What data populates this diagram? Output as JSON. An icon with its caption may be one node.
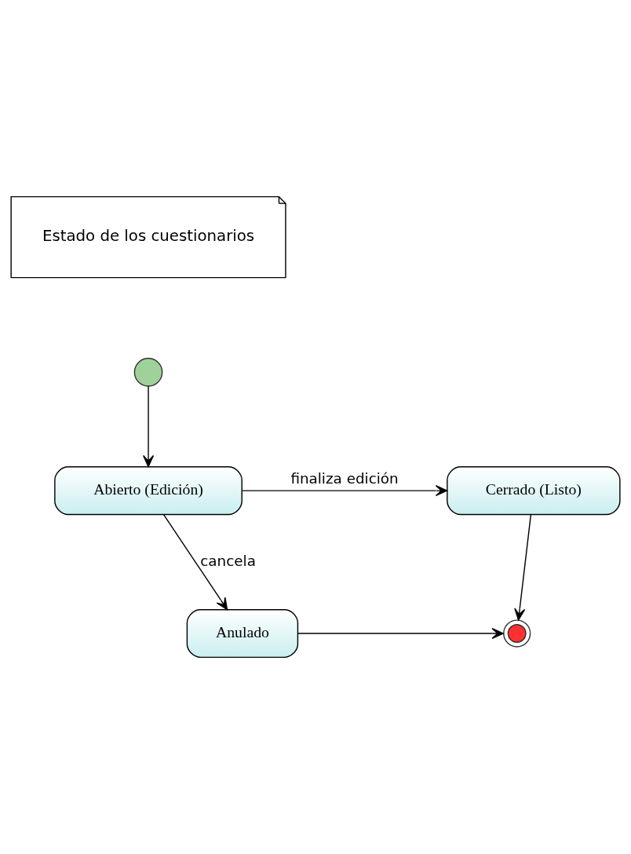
{
  "diagram": {
    "nodes": [
      {
        "text": [
          "Estado de los cuestionarios"
        ]
      },
      {
        "text": [],
        "shape": "circle"
      },
      {
        "text": [
          "Abierto (Edición)"
        ]
      },
      {
        "text": [
          "Cerrado (Listo)"
        ]
      },
      {
        "text": [
          "Anulado"
        ]
      },
      {
        "text": [],
        "shape": "circle"
      }
    ],
    "edges": [
      {
        "from": 1,
        "to": 2,
        "arrow": "to"
      },
      {
        "from": 2,
        "to": 3,
        "arrow": "to",
        "label": "finaliza edición"
      },
      {
        "from": 2,
        "to": 4,
        "arrow": "to",
        "label": "cancela"
      },
      {
        "from": 3,
        "to": 5,
        "arrow": "to"
      },
      {
        "from": 4,
        "to": 5,
        "arrow": "to"
      }
    ]
  }
}
